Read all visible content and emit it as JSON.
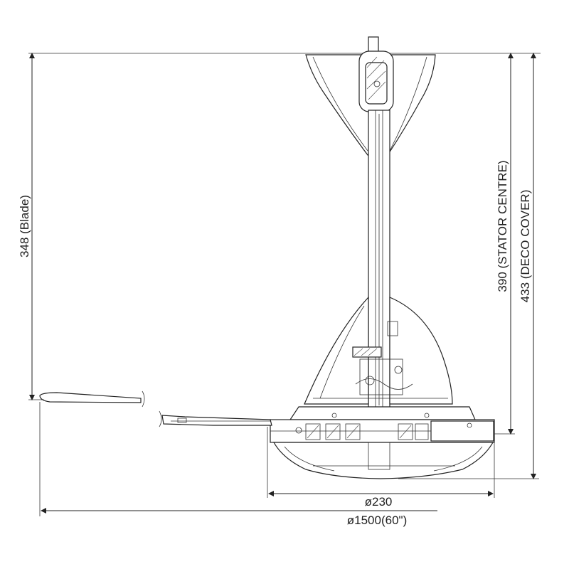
{
  "dimensions": {
    "blade_height": "348 (Blade)",
    "stator_centre": "390 (STATOR CENTRE)",
    "deco_cover": "433 (DECO COVER)",
    "motor_diameter": "ø230",
    "overall_diameter": "ø1500(60\")"
  },
  "colors": {
    "line": "#222222",
    "background": "#ffffff"
  }
}
